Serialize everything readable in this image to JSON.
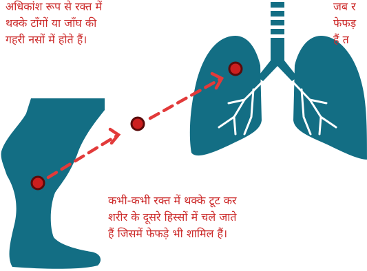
{
  "texts": {
    "top_left": "अधिकांश रूप से रक्त में\nथक्के टाँगों या जाँघ की\nगहरी नसों में होते हैं।",
    "top_right": "जब र\nफेफड़\nहैं त",
    "bottom": "कभी-कभी रक्त में थक्के टूट कर\nशरीर के दूसरे हिस्सों में चले जाते\nहैं जिसमें फेफड़े भी शामिल हैं।"
  },
  "colors": {
    "organ": "#136e84",
    "accent": "#e23a3a",
    "dot_fill": "#cc1f1f",
    "dot_stroke": "#5a0a0a",
    "text": "#cc2a2a"
  },
  "icons": [
    "leg-icon",
    "lungs-icon",
    "clot-dot-icon",
    "arrow-icon"
  ]
}
